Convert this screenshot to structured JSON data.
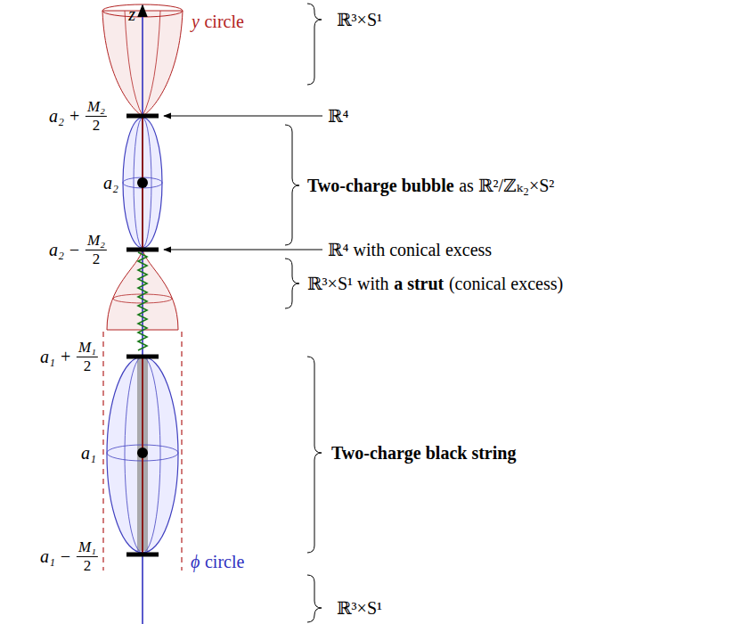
{
  "diagram": {
    "labels": [
      "z",
      "y",
      "circle",
      "ℝ³×S¹",
      "a₂ +",
      "M₂",
      "2",
      "ℝ⁴",
      "a₂",
      "Two-charge bubble",
      "as ℝ²/ℤₖ₂×S²",
      "a₂ −",
      "M₂",
      "2",
      "ℝ⁴ with conical excess",
      "ℝ³×S¹ with",
      "a strut",
      "(conical excess)",
      "a₁ +",
      "M₁",
      "2",
      "a₁",
      "Two-charge black string",
      "ϕ",
      "circle",
      "a₁ −",
      "M₁",
      "2",
      "ℝ³×S¹"
    ]
  }
}
